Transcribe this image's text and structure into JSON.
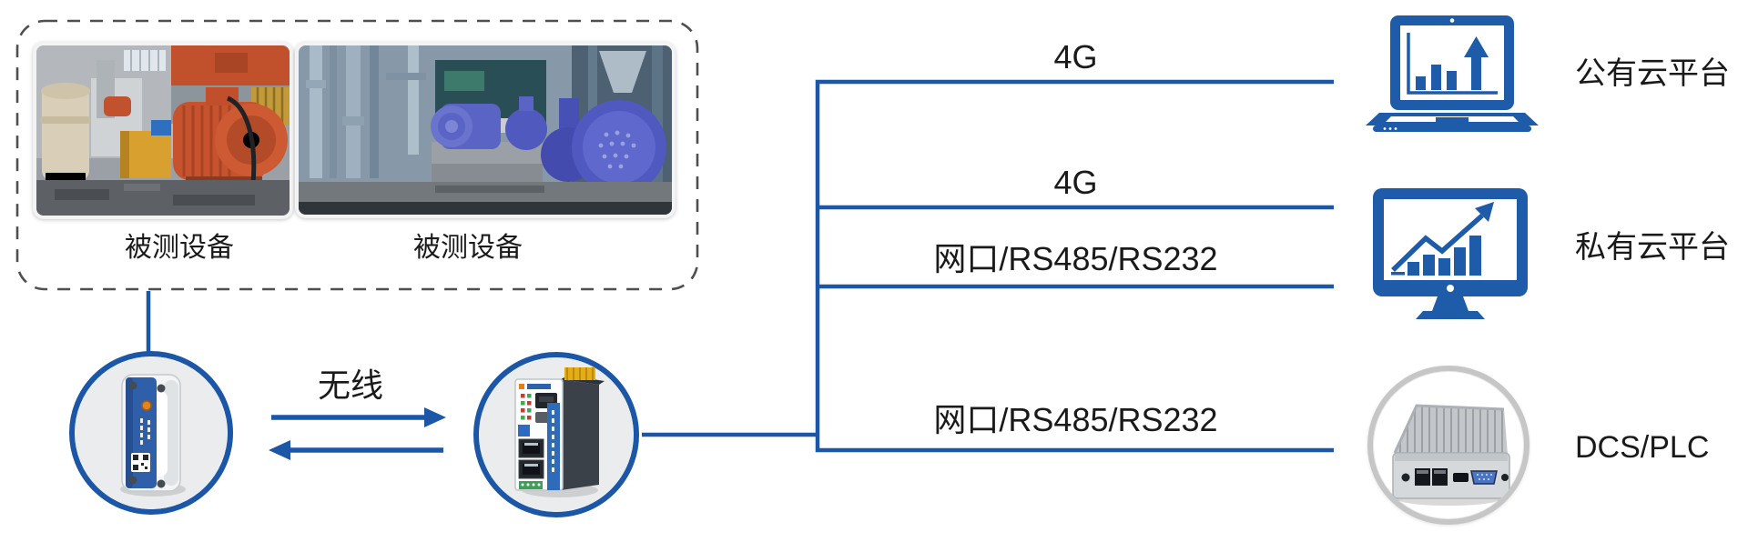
{
  "colors": {
    "line_blue": "#1b57a6",
    "icon_blue": "#1e5ba8",
    "text": "#1a1a1a",
    "dashed_border": "#4f4f4f",
    "dcs_ring_grey": "#c6c6c6"
  },
  "tested_devices": {
    "photo1_label": "被测设备",
    "photo2_label": "被测设备",
    "photo1_icon": "orange-motor-pump-photo",
    "photo2_icon": "blue-pumps-photo"
  },
  "wireless_link": {
    "label": "无线"
  },
  "devices": {
    "sensor_icon": "wireless-vibration-sensor-photo",
    "gateway_icon": "data-gateway-photo",
    "dcs_icon": "industrial-pc-photo"
  },
  "connections": [
    {
      "label": "4G"
    },
    {
      "label": "4G"
    },
    {
      "label": "网口/RS485/RS232"
    },
    {
      "label": "网口/RS485/RS232"
    }
  ],
  "endpoints": [
    {
      "label": "公有云平台",
      "icon": "laptop-chart-icon"
    },
    {
      "label": "私有云平台",
      "icon": "monitor-chart-icon"
    },
    {
      "label": "DCS/PLC",
      "icon": "industrial-pc-photo"
    }
  ]
}
